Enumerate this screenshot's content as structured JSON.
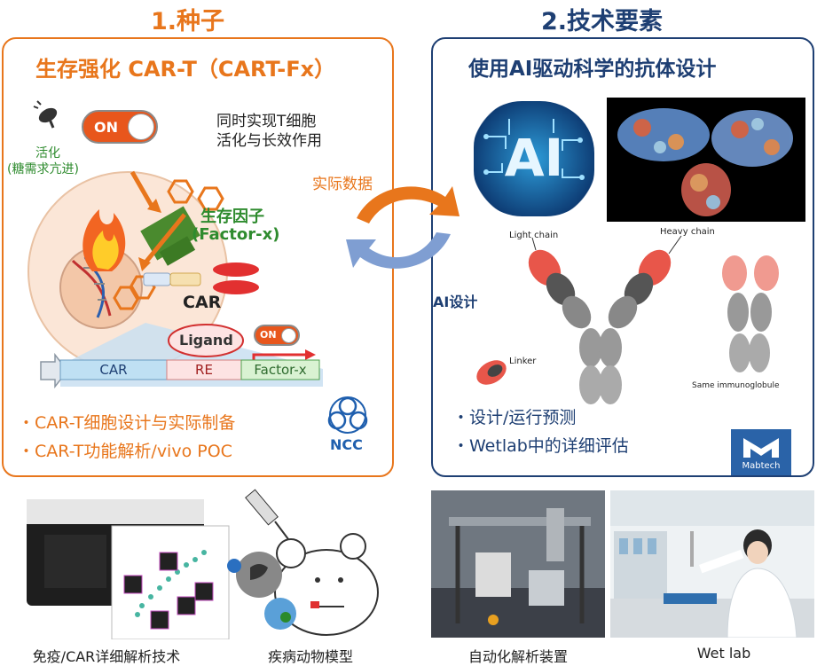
{
  "seed": {
    "heading": "1.种子",
    "title": "生存强化 CAR-T（CART-Fx）",
    "on_label_1": "ON",
    "on_label_2": "ON",
    "activation_label": "活化",
    "activation_sub": "(糖需求亢进)",
    "simultaneous_line1": "同时实现T细胞",
    "simultaneous_line2": "活化与长效作用",
    "survival_factor": "生存因子",
    "factor_x_paren": "(Factor-x)",
    "car_label": "CAR",
    "ligand": "Ligand",
    "construct": [
      "CAR",
      "RE",
      "Factor-x"
    ],
    "bullets": [
      "・CAR-T细胞设计与实际制备",
      "・CAR-T功能解析/vivo POC"
    ],
    "logo_text": "NCC"
  },
  "tech": {
    "heading": "2.技术要素",
    "title": "使用AI驱动科学的抗体设计",
    "ai_text": "AI",
    "light_chain": "Light chain",
    "heavy_chain": "Heavy chain",
    "linker": "Linker",
    "same_immunoglobule": "Same immunoglobule",
    "bullets": [
      "・设计/运行预测",
      "・Wetlab中的详细评估"
    ],
    "logo_text": "Mabtech"
  },
  "flow": {
    "real_data": "实际数据",
    "ai_design": "AI设计"
  },
  "captions": [
    "免疫/CAR详细解析技术",
    "疾病动物模型",
    "自动化解析装置",
    "Wet lab"
  ],
  "colors": {
    "orange": "#e8761c",
    "navy": "#1e3f73",
    "green": "#2e8b2e"
  }
}
